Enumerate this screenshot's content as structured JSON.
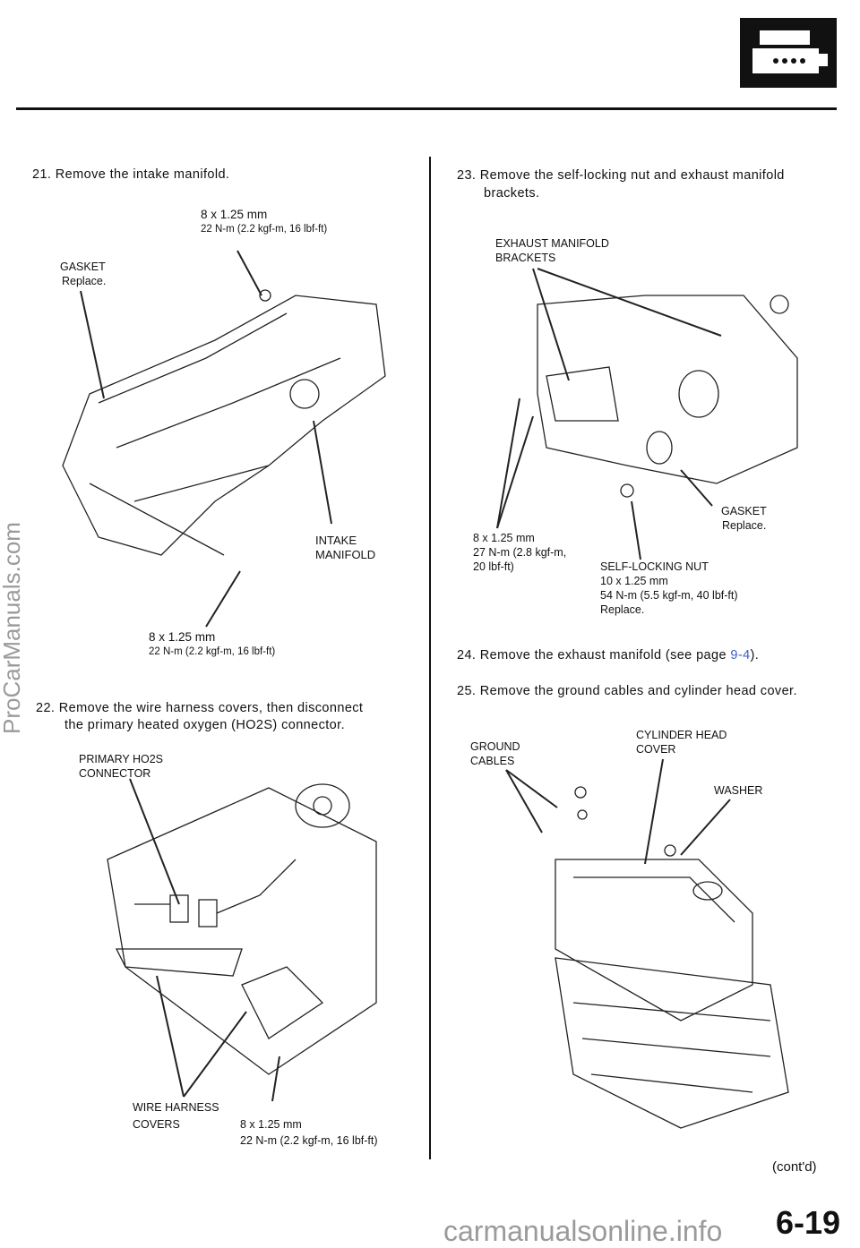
{
  "header": {
    "icon": "engine-icon"
  },
  "left": {
    "step21": "21.  Remove the intake manifold.",
    "bolt_top": [
      "8 x 1.25 mm",
      "22 N-m (2.2 kgf-m, 16 lbf-ft)"
    ],
    "gasket": [
      "GASKET",
      "Replace."
    ],
    "intake": [
      "INTAKE",
      "MANIFOLD"
    ],
    "bolt_bottom": [
      "8 x 1.25 mm",
      "22 N-m (2.2 kgf-m, 16 lbf-ft)"
    ],
    "step22": [
      "22.  Remove the wire harness covers, then disconnect",
      "the primary heated oxygen (HO2S) connector."
    ],
    "ho2s": [
      "PRIMARY HO2S",
      "CONNECTOR"
    ],
    "covers": [
      "WIRE HARNESS",
      "COVERS"
    ],
    "bolt_covers": [
      "8 x 1.25 mm",
      "22 N-m (2.2 kgf-m, 16 lbf-ft)"
    ]
  },
  "right": {
    "step23": [
      "23.  Remove the self-locking nut and exhaust manifold",
      "brackets."
    ],
    "brackets": [
      "EXHAUST MANIFOLD",
      "BRACKETS"
    ],
    "gasket": [
      "GASKET",
      "Replace."
    ],
    "bolt": [
      "8 x 1.25 mm",
      "27 N-m (2.8 kgf-m,",
      "20 lbf-ft)"
    ],
    "nut": [
      "SELF-LOCKING NUT",
      "10 x 1.25 mm",
      "54 N-m (5.5 kgf-m, 40 lbf-ft)",
      "Replace."
    ],
    "step24_pre": "24.  Remove the exhaust manifold (see page ",
    "step24_link": "9-4",
    "step24_post": ").",
    "step25": "25.  Remove the ground cables and cylinder head cover.",
    "ground": [
      "GROUND",
      "CABLES"
    ],
    "cover": [
      "CYLINDER HEAD",
      "COVER"
    ],
    "washer": "WASHER"
  },
  "footer": {
    "contd": "(cont'd)",
    "page_number": "6-19"
  },
  "watermarks": {
    "left": "ProCarManuals.com",
    "bottom": "carmanualsonline.info"
  }
}
